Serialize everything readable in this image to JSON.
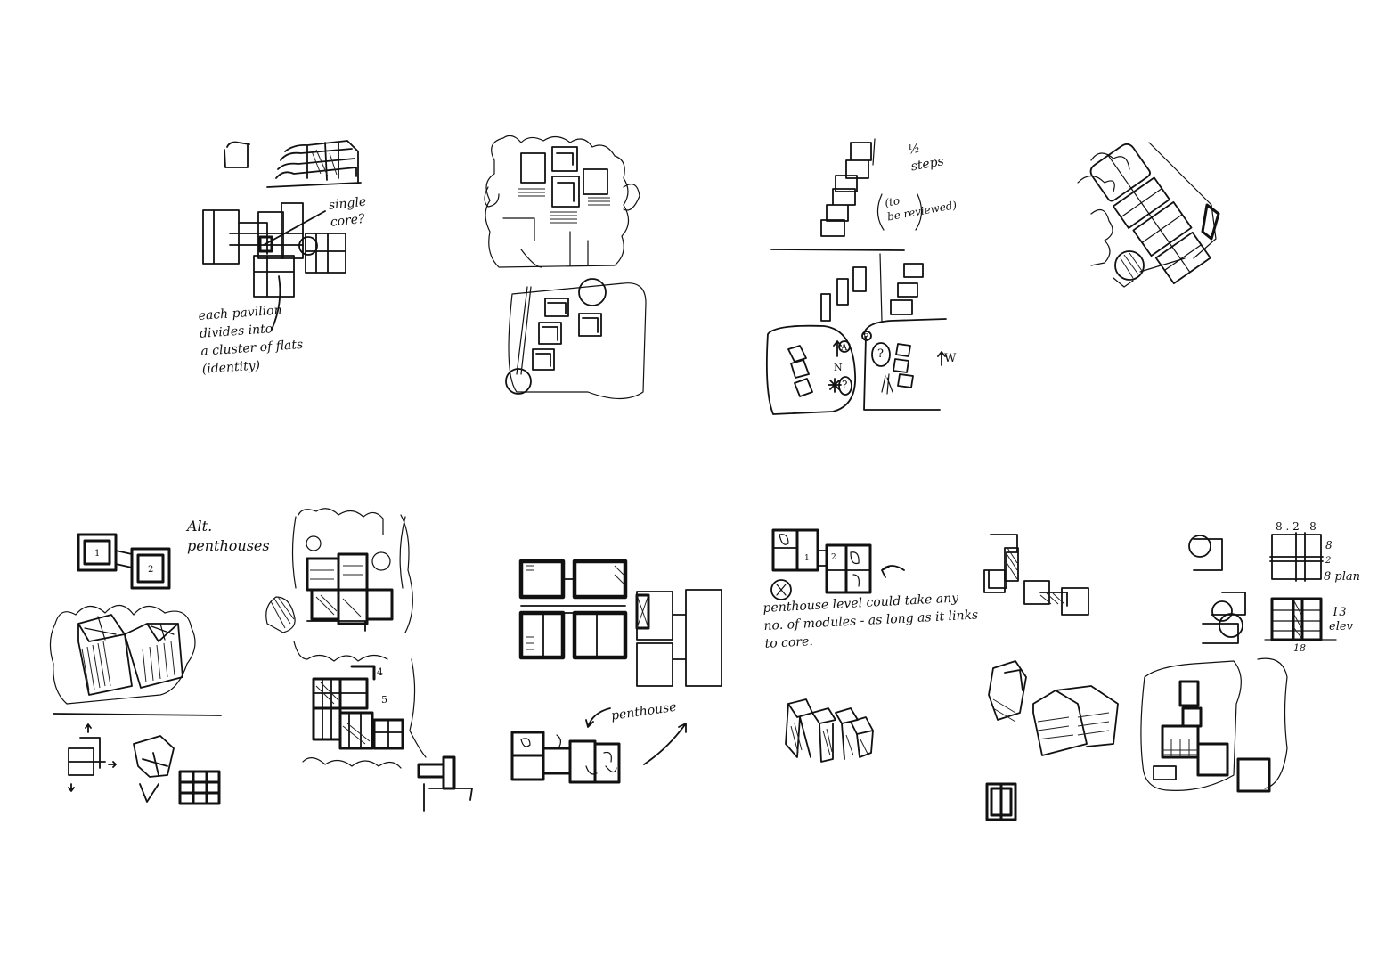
{
  "page": {
    "background": "#ffffff",
    "ink": "#111111"
  },
  "sketches": [
    {
      "id": 1,
      "row": "top",
      "subject": "pavilion cluster plan with perspective",
      "notes": {
        "core": "single\ncore?",
        "pavilion": "each pavilion\ndivides into\na cluster of flats\n(identity)"
      }
    },
    {
      "id": 2,
      "row": "top",
      "subject": "site plans with landscaping (two variants)",
      "notes": {}
    },
    {
      "id": 3,
      "row": "top",
      "subject": "stepped blocks and site options A/B",
      "notes": {
        "steps": "½\nsteps",
        "to_be_reviewed": "(to\nbe reviewed)",
        "option_a": "A",
        "option_b": "B",
        "question_1": "?",
        "question_2": "?",
        "north": "N",
        "west": "W"
      }
    },
    {
      "id": 4,
      "row": "top",
      "subject": "rotated site massing with trees",
      "notes": {}
    },
    {
      "id": 5,
      "row": "bottom",
      "subject": "alternative penthouses plan and axonometric",
      "notes": {
        "title": "Alt.\npenthouses",
        "unit_1": "1",
        "unit_2": "2"
      }
    },
    {
      "id": 6,
      "row": "bottom",
      "subject": "dense site plans with tree canopy",
      "notes": {
        "level_4": "4",
        "level_5": "5"
      }
    },
    {
      "id": 7,
      "row": "bottom",
      "subject": "floor plan and penthouse plan",
      "notes": {
        "penthouse": "penthouse"
      }
    },
    {
      "id": 8,
      "row": "bottom",
      "subject": "penthouse module plan and massing",
      "notes": {
        "unit_1": "1",
        "unit_2": "2",
        "penthouse_note": "penthouse level could take any\nno. of modules - as long as it links\nto core."
      }
    },
    {
      "id": 9,
      "row": "bottom",
      "subject": "grid diagrams, massing and site plan",
      "notes": {
        "grid_top": "8 . 2   8",
        "grid_side_1": "8",
        "grid_side_2": "2",
        "plan_label": "8 plan",
        "elev_count": "13",
        "elev_label": "elev",
        "elev_bottom": "18"
      }
    }
  ]
}
